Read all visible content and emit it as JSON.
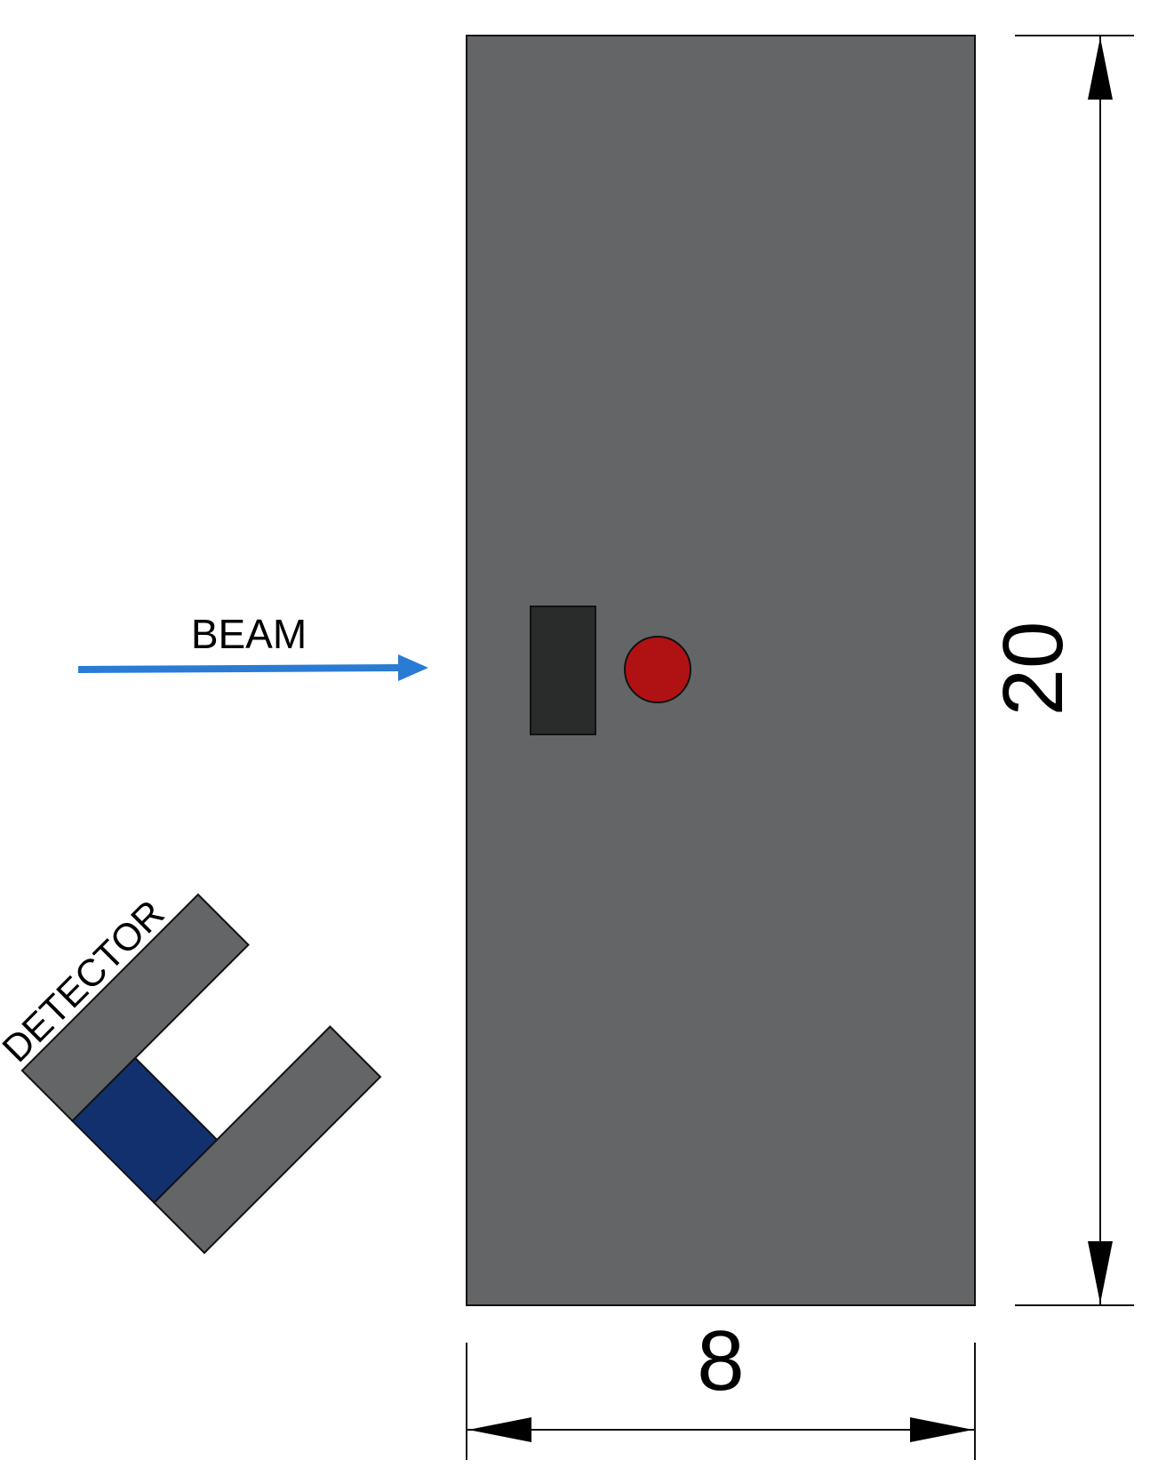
{
  "labels": {
    "beam": "BEAM",
    "detector": "DETECTOR",
    "height_dim": "20",
    "width_dim": "8"
  },
  "colors": {
    "block": "#646567",
    "sample_holder": "#2a2b2b",
    "sample": "#b01214",
    "beam_arrow": "#2a7bd4",
    "detector_body": "#646567",
    "detector_crystal": "#13306e",
    "outline": "#111111"
  }
}
